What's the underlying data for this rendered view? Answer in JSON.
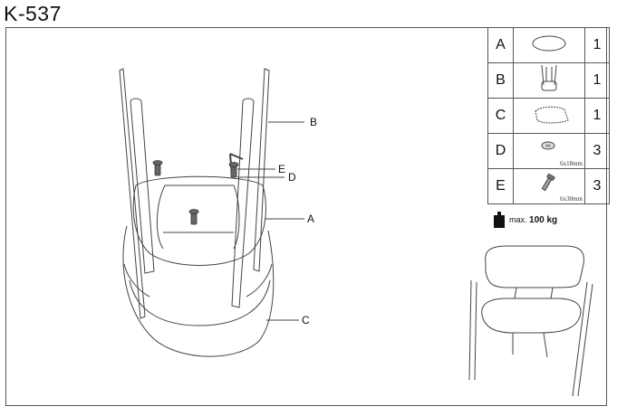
{
  "title": "K-537",
  "callouts": {
    "b": "B",
    "e": "E",
    "d": "D",
    "a": "A",
    "c": "C"
  },
  "parts": [
    {
      "letter": "A",
      "qty": "1",
      "icon": "seat-icon",
      "spec": ""
    },
    {
      "letter": "B",
      "qty": "1",
      "icon": "leg-frame-icon",
      "spec": ""
    },
    {
      "letter": "C",
      "qty": "1",
      "icon": "backrest-icon",
      "spec": ""
    },
    {
      "letter": "D",
      "qty": "3",
      "icon": "washer-icon",
      "spec": "6x18mm"
    },
    {
      "letter": "E",
      "qty": "3",
      "icon": "bolt-icon",
      "spec": "6x30mm"
    }
  ],
  "max_load": {
    "prefix": "max.",
    "value": "100 kg"
  }
}
